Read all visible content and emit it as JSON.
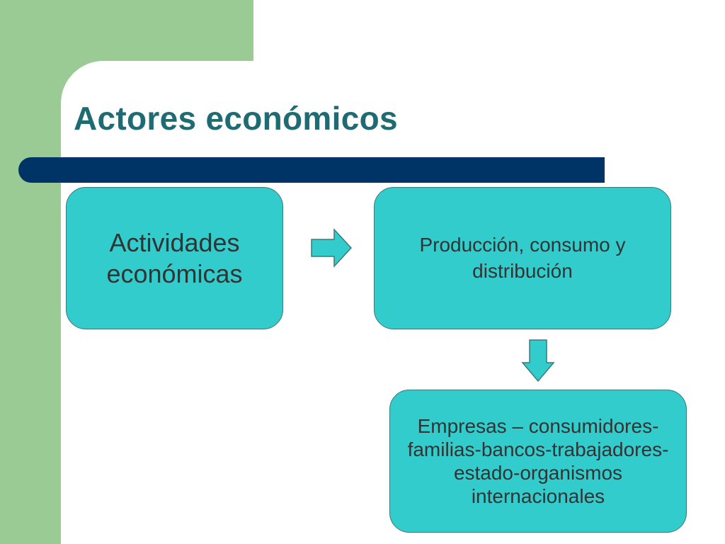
{
  "slide": {
    "title": "Actores económicos",
    "boxes": [
      {
        "text": "Actividades económicas"
      },
      {
        "text": "Producción, consumo y distribución"
      },
      {
        "text": "Empresas – consumidores-familias-bancos-trabajadores-estado-organismos internacionales"
      }
    ]
  },
  "colors": {
    "accent_green": "#9bcb95",
    "title": "#1f6b73",
    "bar": "#003366",
    "box_fill": "#33cccc",
    "box_border": "#3a7a7a",
    "box_text": "#333333"
  },
  "icons": [
    "arrow-right-icon",
    "arrow-down-icon"
  ]
}
